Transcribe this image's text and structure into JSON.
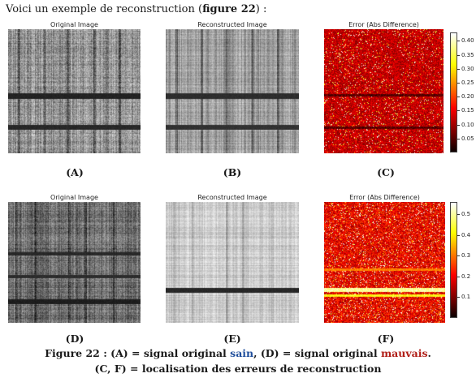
{
  "intro": {
    "text": "Voici un exemple de reconstruction (",
    "bold": "figure 22",
    "end": ") :"
  },
  "panels": {
    "a": {
      "title": "Original Image",
      "letter": "(A)"
    },
    "b": {
      "title": "Reconstructed Image",
      "letter": "(B)"
    },
    "c": {
      "title": "Error (Abs Difference)",
      "letter": "(C)"
    },
    "d": {
      "title": "Original Image",
      "letter": "(D)"
    },
    "e": {
      "title": "Reconstructed Image",
      "letter": "(E)"
    },
    "f": {
      "title": "Error (Abs Difference)",
      "letter": "(F)"
    }
  },
  "colorbar_top": {
    "ticks": [
      "0.40",
      "0.35",
      "0.30",
      "0.25",
      "0.20",
      "0.15",
      "0.10",
      "0.05"
    ],
    "min": 0.0,
    "max": 0.43
  },
  "colorbar_bottom": {
    "ticks": [
      "0.5",
      "0.4",
      "0.3",
      "0.2",
      "0.1"
    ],
    "min": 0.0,
    "max": 0.56
  },
  "caption": {
    "line1_a": "Figure 22 : (A) = signal original ",
    "line1_sain": "sain",
    "line1_b": ", (D) = signal original ",
    "line1_mauvais": "mauvais",
    "line1_c": ".",
    "line2": "(C, F) = localisation des erreurs de reconstruction"
  },
  "colors": {
    "sain": "#1f4e9c",
    "mauvais": "#b01d16"
  }
}
